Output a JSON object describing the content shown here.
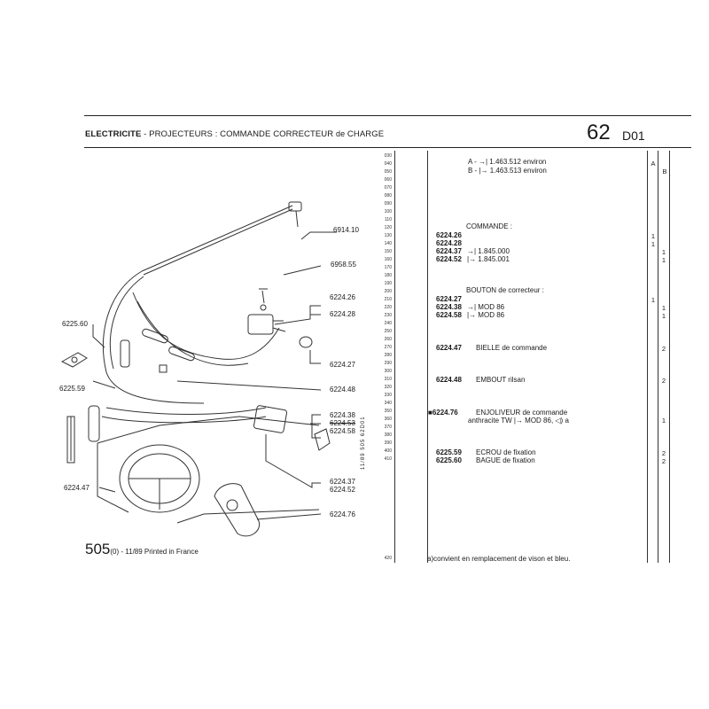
{
  "header": {
    "section": "ELECTRICITE",
    "subtitle_a": " - PROJECTEURS : COMMANDE CORRECTEUR ",
    "subtitle_b": "de",
    "subtitle_c": " CHARGE",
    "page_number": "62",
    "page_code": "D01"
  },
  "line_numbers": [
    "030",
    "040",
    "050",
    "060",
    "070",
    "080",
    "090",
    "100",
    "110",
    "120",
    "130",
    "140",
    "150",
    "160",
    "170",
    "180",
    "190",
    "200",
    "210",
    "220",
    "230",
    "240",
    "250",
    "260",
    "270",
    "280",
    "290",
    "300",
    "310",
    "320",
    "330",
    "340",
    "350",
    "360",
    "370",
    "380",
    "390",
    "400",
    "410",
    "420"
  ],
  "parts_list": {
    "a_line": "A -  →| 1.463.512 environ",
    "b_line": "B -  |→ 1.463.513 environ",
    "a_col": "A",
    "b_col": "B",
    "commande_title": "COMMANDE :",
    "p1_ref": "6224.26",
    "p2_ref": "6224.28",
    "p3_ref": "6224.37",
    "p3_desc": "→| 1.845.000",
    "p4_ref": "6224.52",
    "p4_desc": "|→ 1.845.001",
    "bouton_title": "BOUTON de correcteur :",
    "p5_ref": "6224.27",
    "p6_ref": "6224.38",
    "p6_desc": "→| MOD 86",
    "p7_ref": "6224.58",
    "p7_desc": "|→ MOD 86",
    "p8_ref": "6224.47",
    "p8_desc": "BIELLE de commande",
    "p9_ref": "6224.48",
    "p9_desc": "EMBOUT rilsan",
    "p10_ref": "■6224.76",
    "p10_desc": "ENJOLIVEUR de commande",
    "p10_desc2": "anthracite TW |→ MOD 86, ◁) a",
    "p11_ref": "6225.59",
    "p11_desc": "ECROU de fixation",
    "p12_ref": "6225.60",
    "p12_desc": "BAGUE de fixation",
    "note": "a)convient en remplacement de vison et bleu.",
    "q1": "1",
    "q2": "1",
    "q3": "1",
    "q4": "1",
    "q5": "1",
    "q6": "1",
    "q7": "1",
    "q8": "2",
    "q9": "2",
    "q10": "1",
    "q11": "2",
    "q12": "2"
  },
  "callouts": {
    "c1": "6914.10",
    "c2": "6958.55",
    "c3": "6224.26",
    "c4": "6224.28",
    "c5": "6225.60",
    "c6": "6225.59",
    "c7": "6224.27",
    "c8": "6224.48",
    "c9": "6224.38",
    "c10": "6224.53",
    "c11": "6224.58",
    "c12": "6224.37",
    "c13": "6224.52",
    "c14": "6224.47",
    "c15": "6224.76"
  },
  "footer": {
    "model": "505",
    "edition": "(0) - 11/89 Printed in France",
    "vertical_code": "11/89 505 62D01"
  }
}
